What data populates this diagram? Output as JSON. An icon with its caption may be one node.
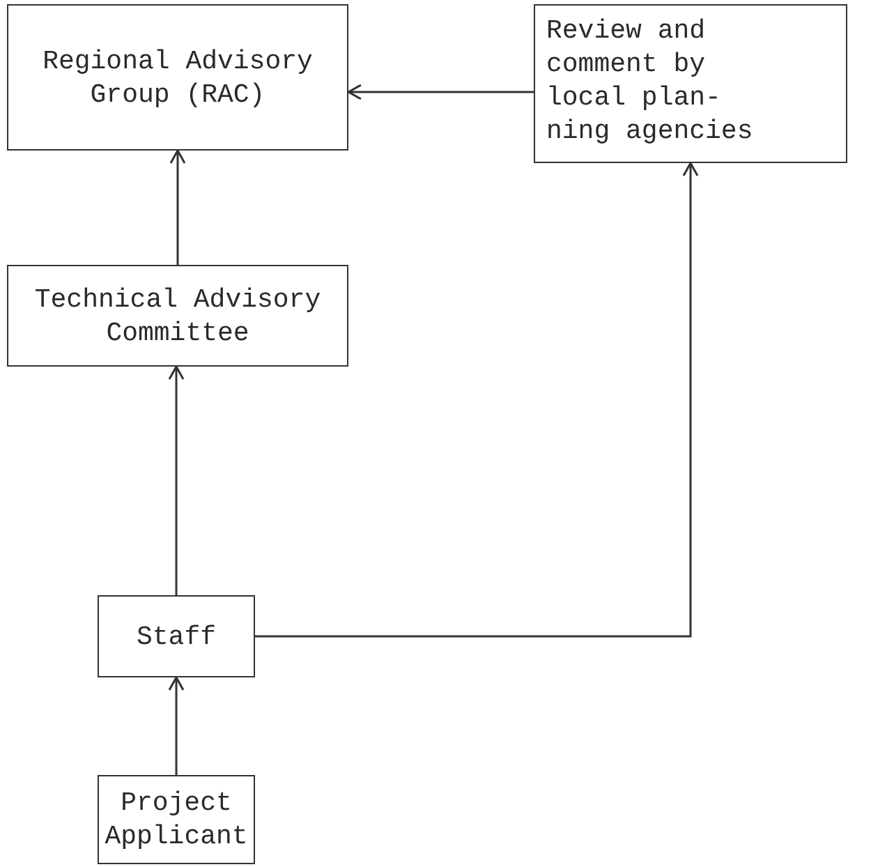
{
  "diagram": {
    "nodes": [
      {
        "text": [
          "Regional Advisory Group (RAC)"
        ]
      },
      {
        "text": [
          "Review and comment by local plan- ning agencies"
        ]
      },
      {
        "text": [
          "Technical Advisory Committee"
        ]
      },
      {
        "text": [
          "Staff"
        ]
      },
      {
        "text": [
          "Project Applicant"
        ]
      }
    ],
    "edges": [
      {
        "from": 4,
        "to": 3,
        "arrow": "to"
      },
      {
        "from": 3,
        "to": 2,
        "arrow": "to"
      },
      {
        "from": 2,
        "to": 0,
        "arrow": "to"
      },
      {
        "from": 1,
        "to": 0,
        "arrow": "to"
      },
      {
        "from": 3,
        "to": 1,
        "arrow": "to"
      }
    ]
  }
}
